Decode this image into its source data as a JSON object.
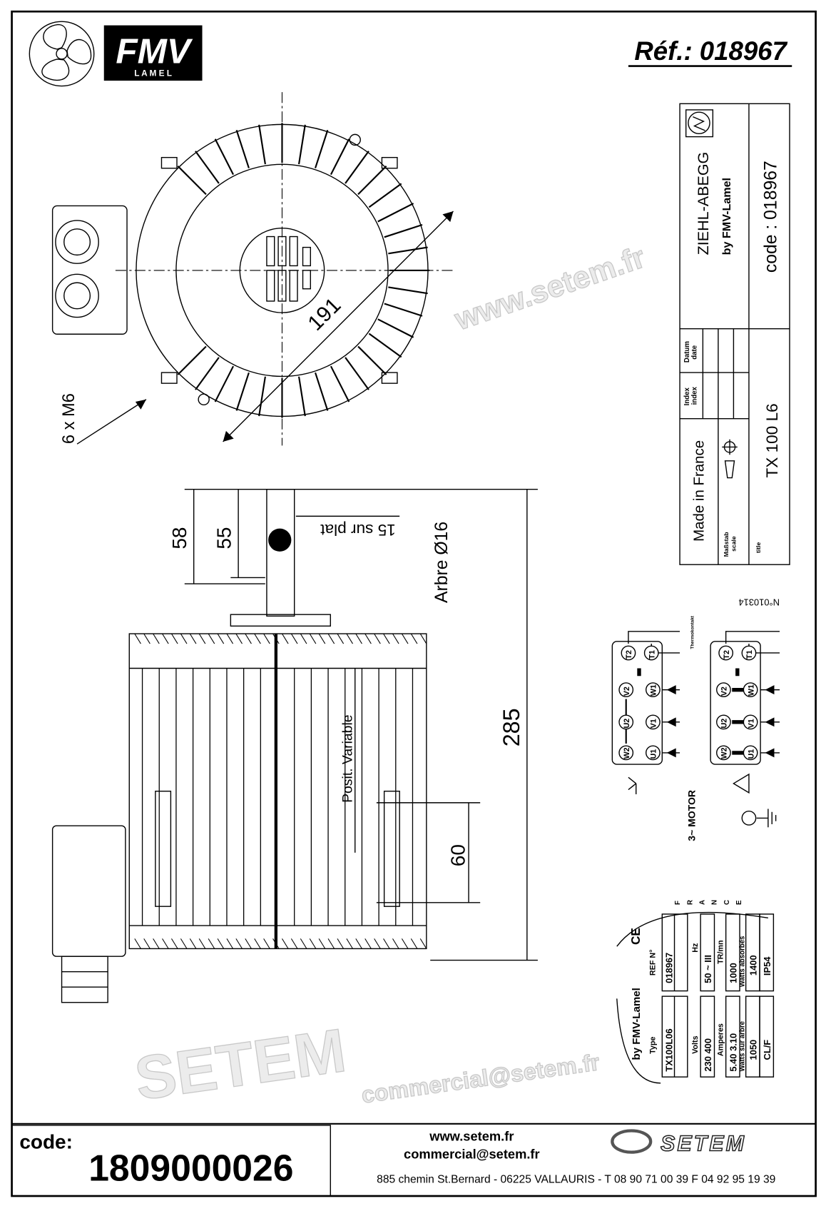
{
  "header": {
    "brand": "FMV",
    "brand_sub": "L A M E L",
    "reference": "Réf.: 018967"
  },
  "dimensions": {
    "diameter": "191",
    "bolts": "6 x M6",
    "shaft_58": "58",
    "shaft_55": "55",
    "flat": "15 sur plat",
    "shaft": "Arbre Ø16",
    "length": "285",
    "position": "Posit. Variable",
    "slot": "60"
  },
  "title_block": {
    "maker": "ZIEHL-ABEGG",
    "by": "by FMV-Lamel",
    "code": "code : 018967",
    "datum": "Datum",
    "date": "date",
    "index_de": "Index",
    "index_en": "index",
    "made_in": "Made in France",
    "scale_de": "Maßstab",
    "scale_en": "scale",
    "title_label": "title",
    "title": "TX 100 L6",
    "number": "N°010314"
  },
  "wiring": {
    "thermo": "Thermokontakt",
    "motor": "3~ MOTOR",
    "star": {
      "T2": "T2",
      "T1": "T1",
      "V2": "V2",
      "W1": "W1",
      "U2": "U2",
      "V1": "V1",
      "W2": "W2",
      "U1": "U1"
    },
    "delta": {
      "T2": "T2",
      "T1": "T1",
      "V2": "V2",
      "W1": "W1",
      "U2": "U2",
      "V1": "V1",
      "W2": "W2",
      "U1": "U1"
    }
  },
  "nameplate": {
    "by": "by FMV-Lamel",
    "ce": "CE",
    "type_label": "Type",
    "type": "TX100L06",
    "ref_label": "REF N°",
    "ref": "018967",
    "volts_label": "Volts",
    "volts": "230  400",
    "hz_label": "Hz",
    "hz": "50   ~ III",
    "amps_label": "Amperes",
    "amps": "5.40  3.10",
    "rpm_label": "TR/mn",
    "rpm": "1000",
    "watts_shaft_label": "Watts sur arbre",
    "watts_shaft": "1050",
    "watts_abs_label": "Watts absorbés",
    "watts_abs": "1400",
    "class": "CL/F",
    "ip": "IP54",
    "country": [
      "F",
      "R",
      "A",
      "N",
      "C",
      "E"
    ]
  },
  "watermark": {
    "url": "www.setem.fr",
    "brand": "SETEM",
    "email": "commercial@setem.fr"
  },
  "footer": {
    "code_label": "code:",
    "code": "1809000026",
    "website": "www.setem.fr",
    "email": "commercial@setem.fr",
    "address": "885 chemin St.Bernard  -  06225 VALLAURIS  -  T 08 90 71 00 39   F 04 92 95 19 39",
    "logo": "SETEM"
  }
}
